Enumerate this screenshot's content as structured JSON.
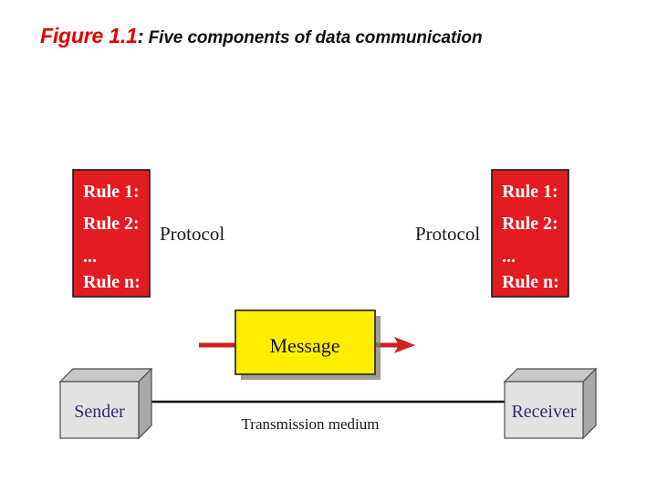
{
  "figure": {
    "number_label": "Figure 1.1",
    "colon": ":",
    "title": "Five components of data communication"
  },
  "colors": {
    "caption_red": "#e00000",
    "protocol_box_red": "#e31b23",
    "message_yellow": "#ffee00",
    "arrow_red": "#cc2222",
    "node_face": "#e2e2e2",
    "node_shade": "#a8a8a8",
    "node_text_blue": "#2d2f6b",
    "shadow_gray": "#7d7d72",
    "line_black": "#111111",
    "background": "#ffffff"
  },
  "diagram": {
    "protocol_left": {
      "label": "Protocol",
      "rules": [
        "Rule 1:",
        "Rule 2:",
        "...",
        "Rule n:"
      ]
    },
    "protocol_right": {
      "label": "Protocol",
      "rules": [
        "Rule 1:",
        "Rule 2:",
        "...",
        "Rule n:"
      ]
    },
    "message": {
      "label": "Message"
    },
    "sender": {
      "label": "Sender"
    },
    "receiver": {
      "label": "Receiver"
    },
    "medium": {
      "label": "Transmission medium"
    }
  }
}
